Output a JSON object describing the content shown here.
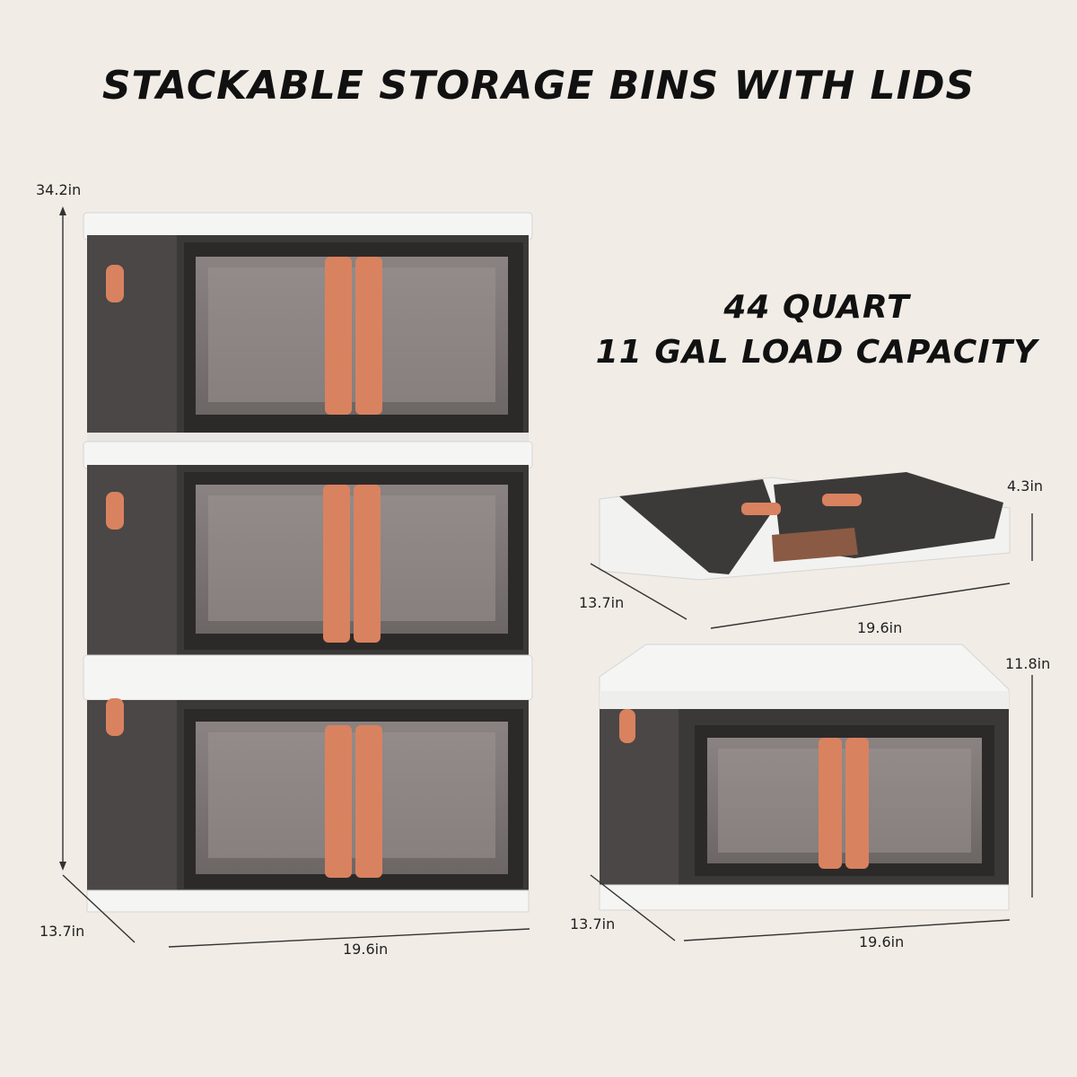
{
  "title": "STACKABLE STORAGE BINS WITH LIDS",
  "capacity": {
    "line1": "44 QUART",
    "line2": "11 GAL LOAD CAPACITY"
  },
  "stack_dimensions": {
    "height": "34.2in",
    "depth": "13.7in",
    "width": "19.6in"
  },
  "folded_dimensions": {
    "height": "4.3in",
    "depth": "13.7in",
    "width": "19.6in"
  },
  "single_dimensions": {
    "height": "11.8in",
    "depth": "13.7in",
    "width": "19.6in"
  },
  "colors": {
    "background": "#f1ece6",
    "bin_body": "#3c3a39",
    "lid": "#f4f4f3",
    "handle": "#d9825f"
  }
}
